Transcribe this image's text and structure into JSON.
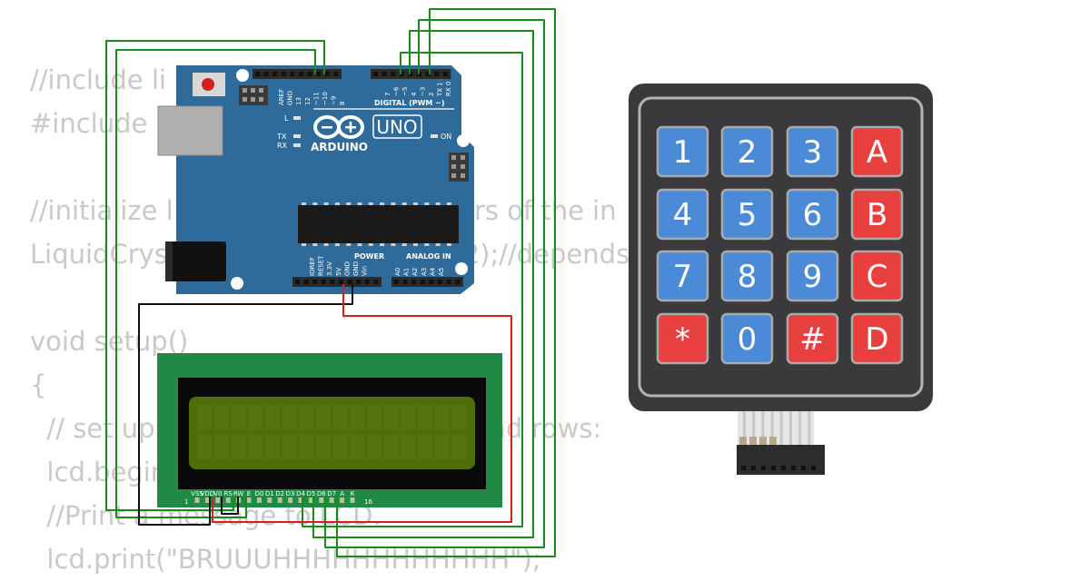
{
  "code_lines": [
    "//include li",
    "#include <",
    "",
    "//initialize l                                  ers of the in",
    "LiquidCryst                                  2);//depends",
    "",
    "void setup()",
    "{",
    "  // set up                                      and rows:",
    "  lcd.begin",
    "  //Print a message to LCD.",
    "  lcd.print(\"BRUUUHHHHHHHHHHHH\");"
  ],
  "arduino": {
    "logo_text": "ARDUINO",
    "model": "UNO",
    "digital_header": "DIGITAL (PWM ~)",
    "power_header": "POWER",
    "analog_header": "ANALOG IN",
    "left_pins": [
      "AREF",
      "GND",
      "13",
      "12",
      "~11",
      "~10",
      "~9",
      "8"
    ],
    "right_pins": [
      "7",
      "~6",
      "~5",
      "4",
      "~3",
      "2",
      "TX 1",
      "RX 0"
    ],
    "power_pins": [
      "IOREF",
      "RESET",
      "3.3V",
      "5V",
      "GND",
      "GND",
      "Vin"
    ],
    "analog_pins": [
      "A0",
      "A1",
      "A2",
      "A3",
      "A4",
      "A5"
    ],
    "led_l": "L",
    "led_tx": "TX",
    "led_rx": "RX",
    "led_on": "ON"
  },
  "lcd": {
    "pin_labels": [
      "VSS",
      "VDD",
      "V0",
      "RS",
      "RW",
      "E",
      "D0",
      "D1",
      "D2",
      "D3",
      "D4",
      "D5",
      "D6",
      "D7",
      "A",
      "K"
    ],
    "pin_first": "1",
    "pin_last": "16"
  },
  "keypad": {
    "rows": [
      [
        "1",
        "2",
        "3",
        "A"
      ],
      [
        "4",
        "5",
        "6",
        "B"
      ],
      [
        "7",
        "8",
        "9",
        "C"
      ],
      [
        "*",
        "0",
        "#",
        "D"
      ]
    ],
    "number_color": "#4a8ad6",
    "letter_color": "#e8403f"
  },
  "colors": {
    "board": "#2e6b9a",
    "wire_green": "#1a8a1a",
    "wire_red": "#d81e1e",
    "wire_black": "#111111",
    "lcd_pcb": "#1e8a45",
    "lcd_screen": "#4e6d08",
    "keypad_body": "#3a3a3d"
  }
}
